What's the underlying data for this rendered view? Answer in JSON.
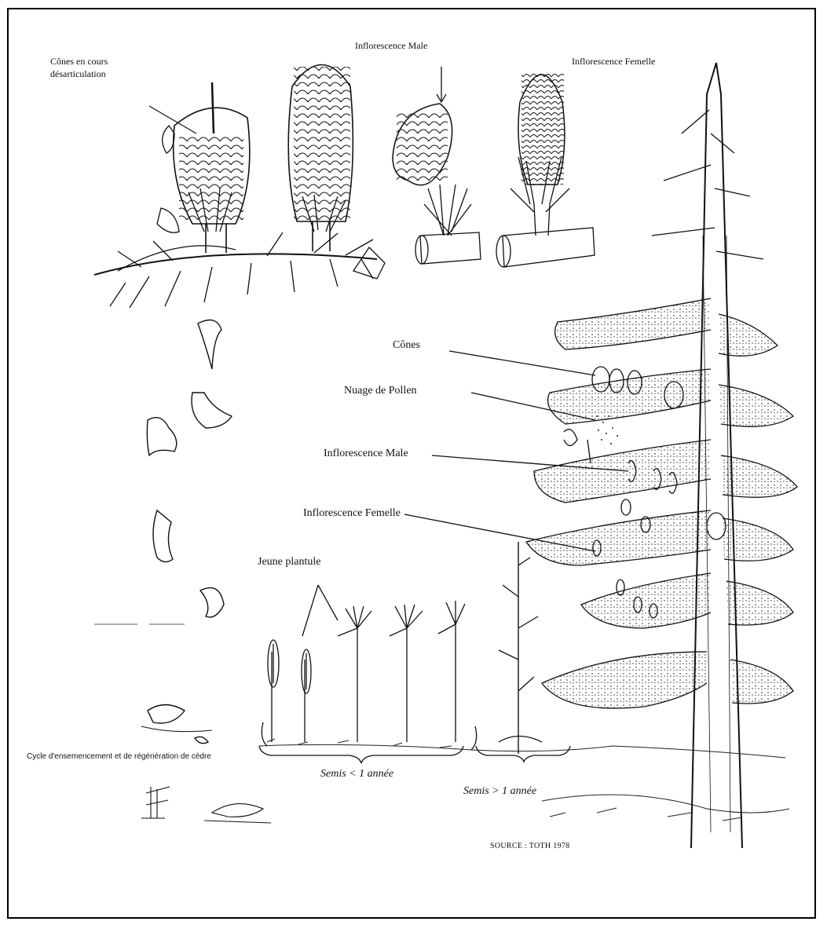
{
  "labels": {
    "cones_disarticulating": [
      "Cônes en cours",
      "désarticulation"
    ],
    "male_inflorescence_top": "Inflorescence Male",
    "female_inflorescence_top": "Inflorescence Femelle",
    "cones": "Cônes",
    "pollen_cloud": "Nuage de Pollen",
    "male_inflorescence": "Inflorescence Male",
    "female_inflorescence": "Inflorescence Femelle",
    "young_seedling": "Jeune plantule",
    "seedling_lt_1_year": "Semis < 1 année",
    "seedling_gt_1_year": "Semis > 1 année",
    "cycle_caption": "Cycle d'ensemencement et de régénération de cèdre",
    "source": "SOURCE : TOTH 1978"
  },
  "colors": {
    "ink": "#111111",
    "paper": "#ffffff",
    "border": "#000000"
  }
}
